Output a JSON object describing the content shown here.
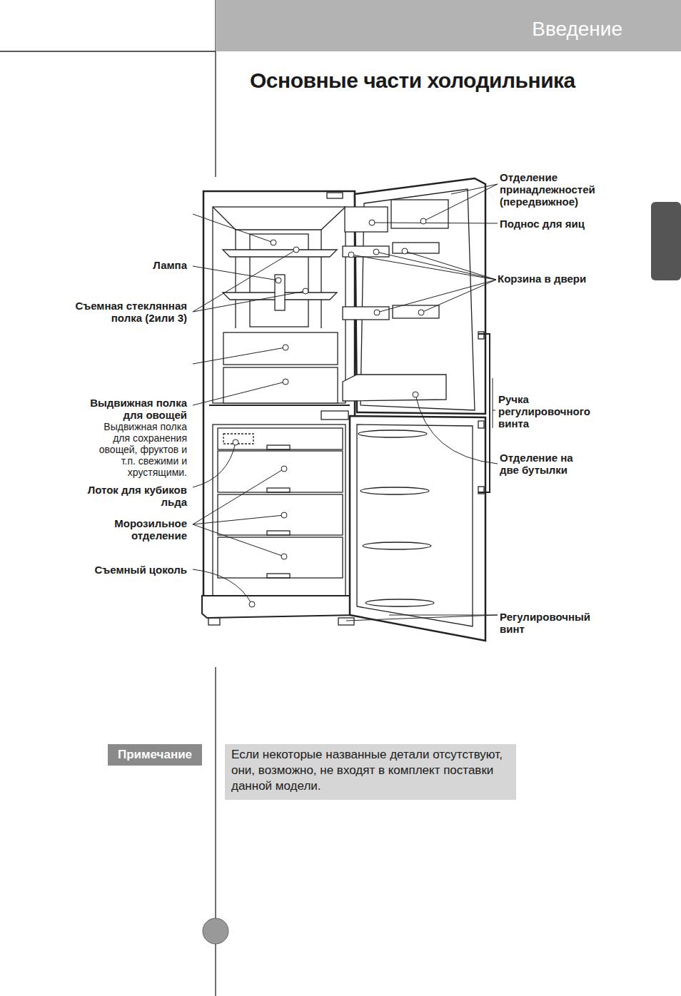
{
  "diagram": {
    "title": "Основные части холодильника",
    "nodes": [
      {
        "text": [
          "Введение"
        ]
      },
      {
        "text": [
          "Примечание"
        ]
      },
      {
        "text": [
          "Если некоторые названные детали отсутствуют, они, возможно, не входят в комплект поставки данной модели."
        ]
      }
    ],
    "labels": [
      "Отделение принадлежностей (передвижное)",
      "Поднос для яиц",
      "Лампа",
      "Корзина в двери",
      "Съемная стеклянная полка (2или 3)",
      "Выдвижная полка для овощей",
      "Выдвижная полка для сохранения овощей, фруктов и т.п. свежими и хрустящими.",
      "Ручка регулировочного винта",
      "Отделение на две бутылки",
      "Лоток для кубиков льда",
      "Морозильное отделение",
      "Съемный цоколь",
      "Регулировочный винт"
    ]
  }
}
